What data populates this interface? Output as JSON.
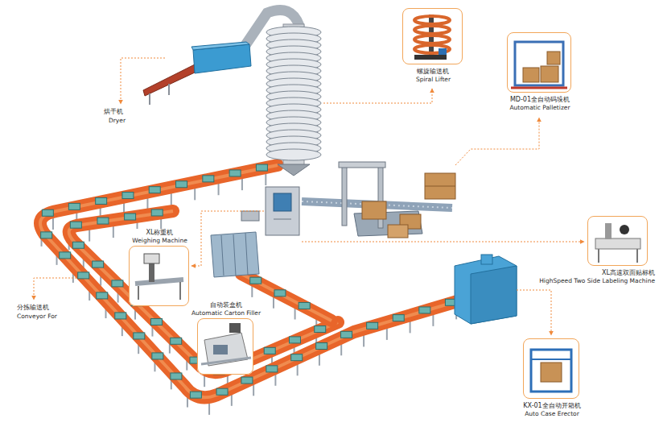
{
  "diagram": {
    "nodes": [
      {
        "text": [
          "螺旋输送机",
          "Spiral Lifter"
        ]
      },
      {
        "text": [
          "MD-01全自动码垛机",
          "Automatic Palletizer"
        ]
      },
      {
        "text": [
          "XL称重机",
          "Weighing Machine"
        ]
      },
      {
        "text": [
          "XL高速双面贴标机",
          "HighSpeed Two Side Labeling Machine"
        ]
      },
      {
        "text": [
          "自动装盒机",
          "Automatic Carton Filler"
        ]
      },
      {
        "text": [
          "KX-01全自动开箱机",
          "Auto Case Erector"
        ]
      }
    ],
    "labels": [
      "烘干机",
      "Dryer",
      "分拣输送机",
      "Conveyor For"
    ]
  }
}
